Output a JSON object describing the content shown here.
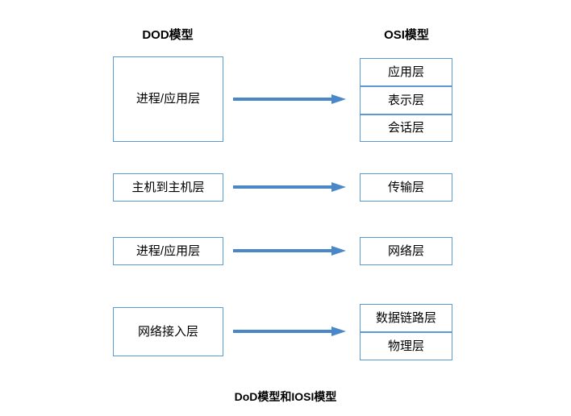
{
  "diagram": {
    "caption": "DoD模型和IOSI模型",
    "columns": {
      "dod": {
        "title": "DOD模型",
        "boxes": [
          {
            "label": "进程/应用层"
          },
          {
            "label": "主机到主机层"
          },
          {
            "label": "进程/应用层"
          },
          {
            "label": "网络接入层"
          }
        ]
      },
      "osi": {
        "title": "OSI模型",
        "boxes": [
          {
            "label": "应用层"
          },
          {
            "label": "表示层"
          },
          {
            "label": "会话层"
          },
          {
            "label": "传输层"
          },
          {
            "label": "网络层"
          },
          {
            "label": "数据链路层"
          },
          {
            "label": "物理层"
          }
        ]
      }
    },
    "arrows": [
      {
        "name": "arrow-application"
      },
      {
        "name": "arrow-transport"
      },
      {
        "name": "arrow-network"
      },
      {
        "name": "arrow-link"
      }
    ],
    "colors": {
      "box_border": "#5b9bd5",
      "arrow": "#4a87c8",
      "text": "#000000",
      "background": "#ffffff"
    }
  }
}
